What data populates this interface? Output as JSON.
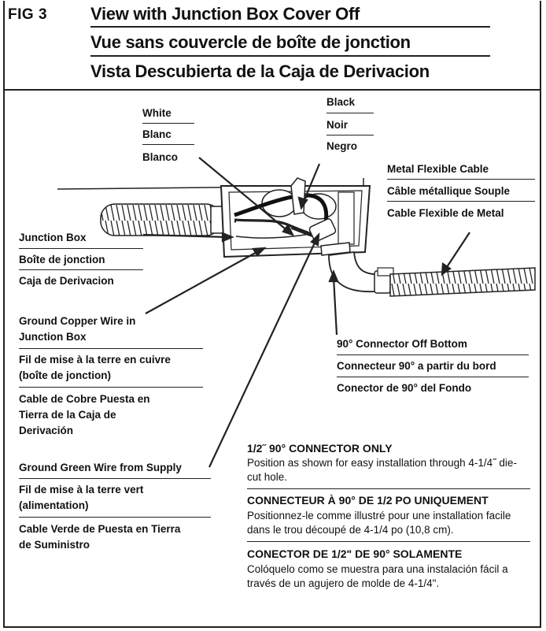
{
  "figure": {
    "number": "FIG 3",
    "title_en": "View with Junction Box Cover Off",
    "title_fr": "Vue sans couvercle de boîte de jonction",
    "title_es": "Vista Descubierta de la Caja de Derivacion"
  },
  "labels": {
    "white": [
      "White",
      "Blanc",
      "Blanco"
    ],
    "black": [
      "Black",
      "Noir",
      "Negro"
    ],
    "metal_cable": [
      "Metal Flexible Cable",
      "Câble métallique Souple",
      "Cable Flexible de Metal"
    ],
    "junction_box": [
      "Junction Box",
      "Boîte de jonction",
      "Caja de Derivacion"
    ],
    "ground_copper": {
      "en": [
        "Ground Copper Wire in",
        "Junction Box"
      ],
      "fr": [
        "Fil de mise à la terre en cuivre",
        "(boîte de jonction)"
      ],
      "es": [
        "Cable de Cobre Puesta en",
        "Tierra de la Caja de",
        "Derivación"
      ]
    },
    "connector_90": [
      "90° Connector Off Bottom",
      "Connecteur 90° a partir du bord",
      "Conector de 90° del Fondo"
    ],
    "ground_green": {
      "en": [
        "Ground Green Wire from Supply"
      ],
      "fr": [
        "Fil de mise à la terre vert",
        "(alimentation)"
      ],
      "es": [
        "Cable Verde de Puesta en Tierra",
        "de Suministro"
      ]
    }
  },
  "notes": [
    {
      "heading": "1/2˝ 90° CONNECTOR ONLY",
      "body": "Position as shown for easy installation through 4-1/4˝ die-cut hole."
    },
    {
      "heading": "CONNECTEUR À 90° DE 1/2 PO UNIQUEMENT",
      "body": "Positionnez-le comme illustré pour une installation facile dans le trou découpé de 4-1/4 po (10,8 cm)."
    },
    {
      "heading": "CONECTOR DE 1/2\" DE 90° SOLAMENTE",
      "body": "Colóquelo como se muestra para una instalación fácil a través de un agujero de molde de 4-1/4\"."
    }
  ]
}
